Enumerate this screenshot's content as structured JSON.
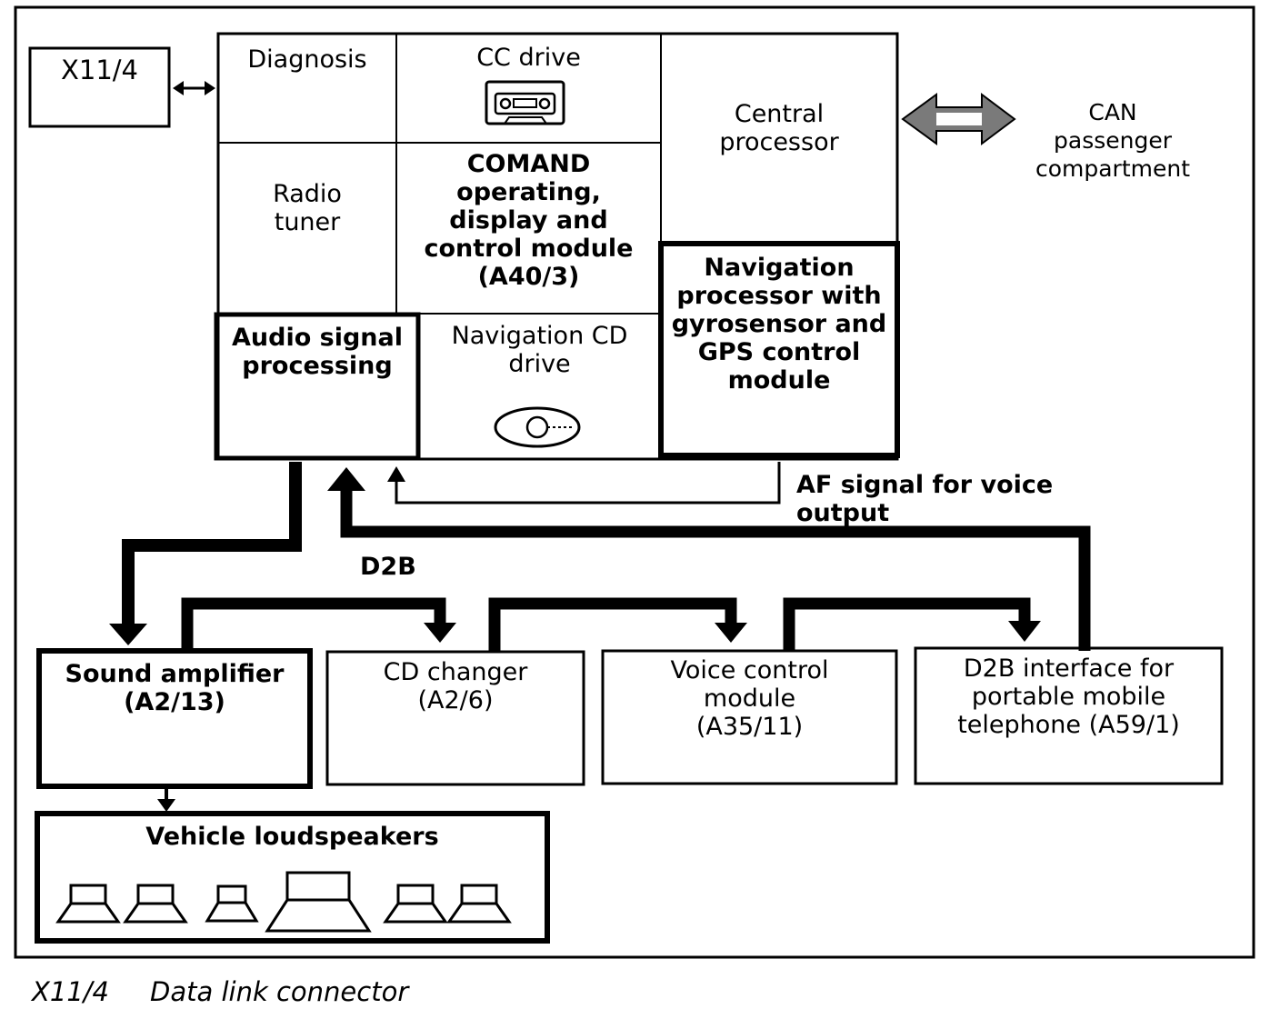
{
  "connector": {
    "label": "X11/4"
  },
  "head_unit": {
    "diagnosis": "Diagnosis",
    "cc_drive": "CC drive",
    "central_processor": [
      "Central",
      "processor"
    ],
    "radio_tuner": [
      "Radio",
      "tuner"
    ],
    "comand": [
      "COMAND",
      "operating,",
      "display and",
      "control module",
      "(A40/3)"
    ],
    "audio_signal": [
      "Audio signal",
      "processing"
    ],
    "navigation_cd": [
      "Navigation CD",
      "drive"
    ],
    "navigation_processor": [
      "Navigation",
      "processor with",
      "gyrosensor and",
      "GPS control",
      "module"
    ]
  },
  "can_label": [
    "CAN",
    "passenger",
    "compartment"
  ],
  "af_signal": "AF signal for voice output",
  "d2b": "D2B",
  "modules": {
    "sound_amplifier": [
      "Sound amplifier",
      "(A2/13)"
    ],
    "cd_changer": [
      "CD changer",
      "(A2/6)"
    ],
    "voice_control": [
      "Voice control",
      "module",
      "(A35/11)"
    ],
    "d2b_interface": [
      "D2B interface for",
      "portable mobile",
      "telephone (A59/1)"
    ]
  },
  "loudspeakers": "Vehicle loudspeakers",
  "caption": {
    "code": "X11/4",
    "text": "Data link connector"
  }
}
